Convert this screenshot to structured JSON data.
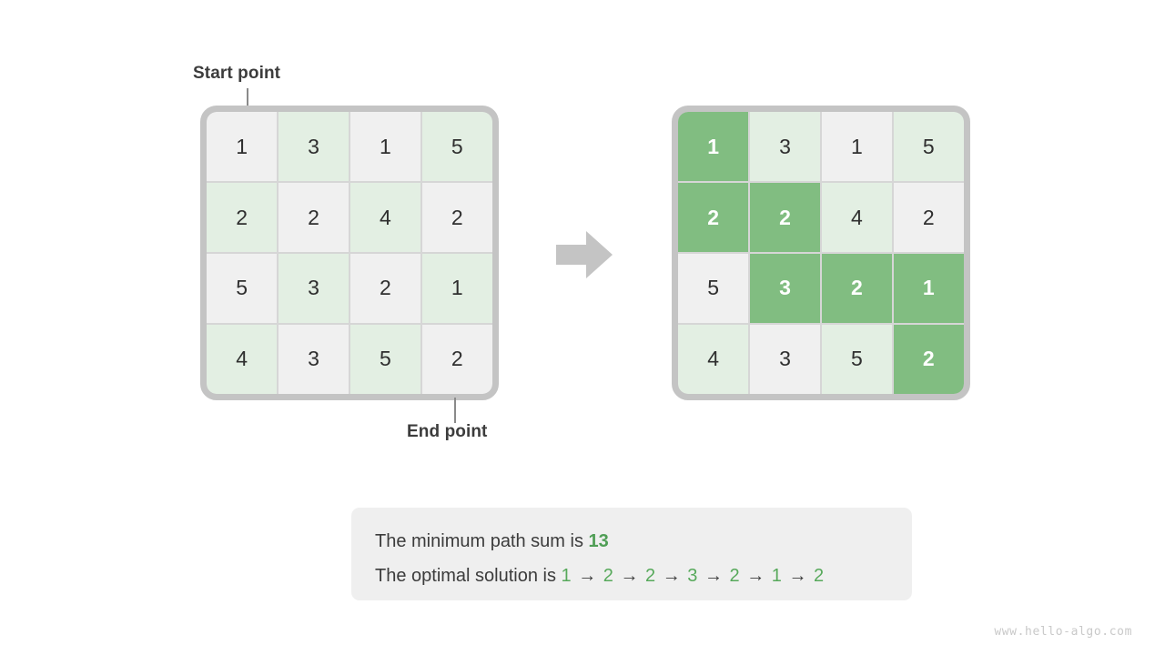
{
  "labels": {
    "start_point": "Start point",
    "end_point": "End point"
  },
  "grids": {
    "input": {
      "title": "input-grid",
      "rows": 4,
      "cols": 4,
      "values": [
        [
          1,
          3,
          1,
          5
        ],
        [
          2,
          2,
          4,
          2
        ],
        [
          5,
          3,
          2,
          1
        ],
        [
          4,
          3,
          5,
          2
        ]
      ]
    },
    "solution": {
      "title": "solution-grid",
      "rows": 4,
      "cols": 4,
      "values": [
        [
          1,
          3,
          1,
          5
        ],
        [
          2,
          2,
          4,
          2
        ],
        [
          5,
          3,
          2,
          1
        ],
        [
          4,
          3,
          5,
          2
        ]
      ],
      "path_cells": [
        [
          0,
          0
        ],
        [
          1,
          0
        ],
        [
          1,
          1
        ],
        [
          2,
          1
        ],
        [
          2,
          2
        ],
        [
          2,
          3
        ],
        [
          3,
          3
        ]
      ]
    }
  },
  "arrow": {
    "icon": "right-block-arrow-icon",
    "color": "#c4c4c4"
  },
  "caption": {
    "line1_prefix": "The minimum path sum is ",
    "minimum_sum": "13",
    "line2_prefix": "The optimal solution is ",
    "solution_path": [
      1,
      2,
      2,
      3,
      2,
      1,
      2
    ],
    "arrow_glyph": "→"
  },
  "watermark": "www.hello-algo.com",
  "colors": {
    "cell_base": "#f0f0f0",
    "cell_tint": "#e3efe3",
    "cell_path": "#81bd81",
    "frame": "#c4c4c4",
    "text": "#3c3c3c",
    "accent_green": "#4f9e55",
    "path_green": "#57a95b",
    "caption_bg": "#efefef"
  }
}
